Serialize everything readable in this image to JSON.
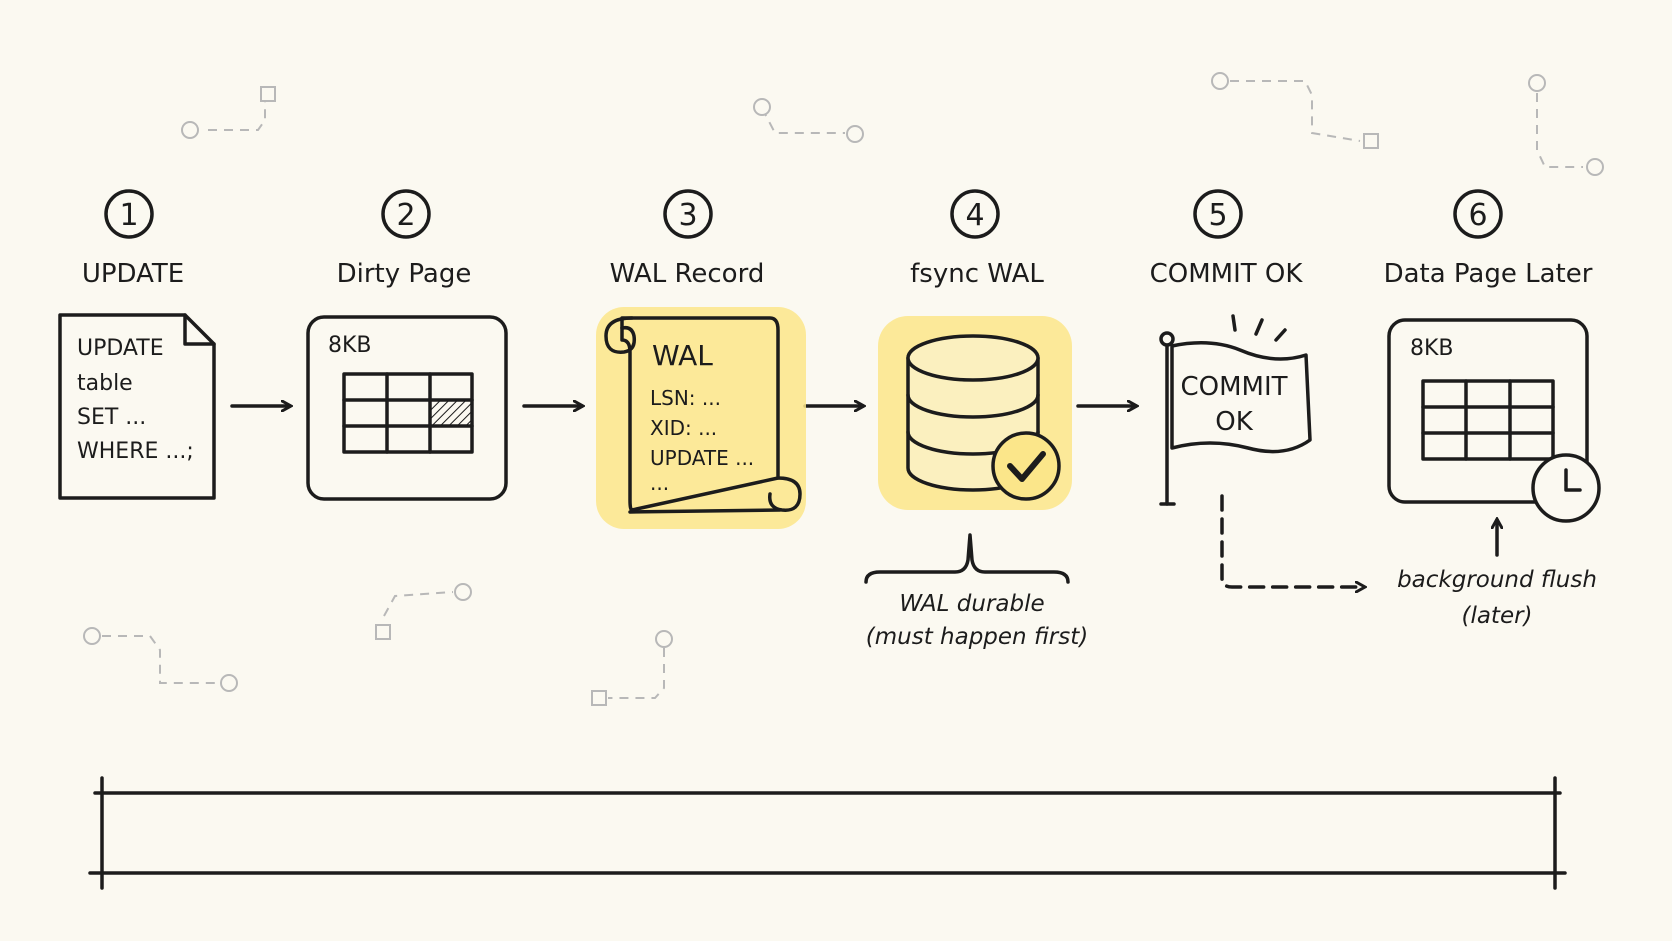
{
  "steps": [
    {
      "number": "1",
      "label": "UPDATE",
      "lines": [
        "UPDATE",
        "table",
        "SET ...",
        "WHERE ...;"
      ]
    },
    {
      "number": "2",
      "label": "Dirty Page",
      "size": "8KB"
    },
    {
      "number": "3",
      "label": "WAL Record",
      "heading": "WAL",
      "lines": [
        "LSN: ...",
        "XID: ...",
        "UPDATE ...",
        "..."
      ]
    },
    {
      "number": "4",
      "label": "fsync WAL"
    },
    {
      "number": "5",
      "label": "COMMIT OK",
      "flag_lines": [
        "COMMIT",
        "OK"
      ]
    },
    {
      "number": "6",
      "label": "Data Page Later",
      "size": "8KB"
    }
  ],
  "notes": {
    "wal_durable_line1": "WAL durable",
    "wal_durable_line2": "(must happen first)",
    "flush_line1": "background flush",
    "flush_line2": "(later)"
  },
  "colors": {
    "highlight": "#fbe68a",
    "ink": "#1c1c1c",
    "background": "#fbf9f1"
  }
}
